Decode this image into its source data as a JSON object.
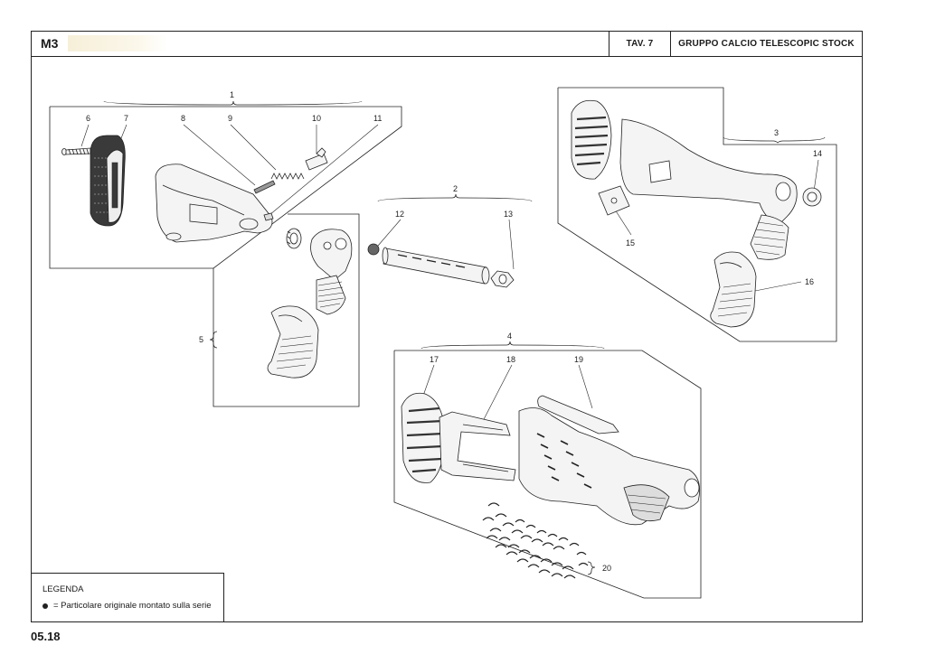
{
  "header": {
    "model": "M3",
    "table": "TAV. 7",
    "title": "GRUPPO CALCIO TELESCOPIC STOCK"
  },
  "callouts": [
    "1",
    "2",
    "3",
    "4",
    "5",
    "6",
    "7",
    "8",
    "9",
    "10",
    "11",
    "12",
    "13",
    "14",
    "15",
    "16",
    "17",
    "18",
    "19",
    "20"
  ],
  "legend": {
    "title": "LEGENDA",
    "entry": "=  Particolare originale montato sulla serie"
  },
  "footer": {
    "page": "05.18"
  },
  "colors": {
    "line": "#222222",
    "part_fill": "#f4f4f4",
    "dark": "#3a3a3a"
  }
}
